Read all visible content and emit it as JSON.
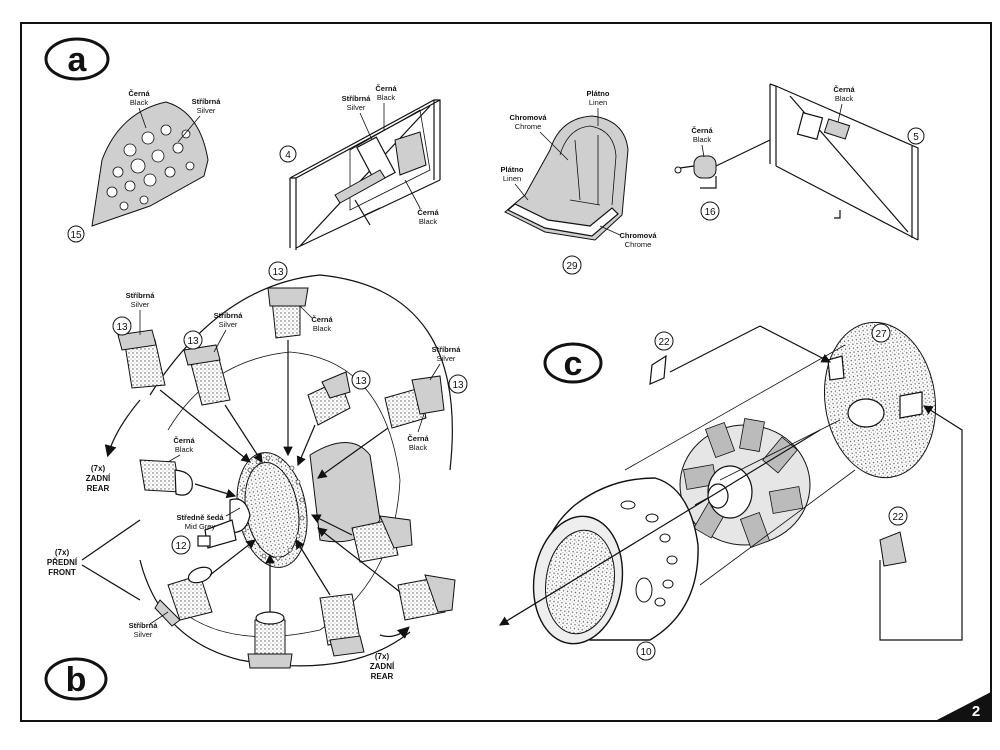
{
  "sections": {
    "a": "a",
    "b": "b",
    "c": "c"
  },
  "page_number": "2",
  "section_a": {
    "part15": {
      "num": "15",
      "color_cz": "Černá",
      "color_en": "Black",
      "color2_cz": "Stříbrná",
      "color2_en": "Silver"
    },
    "part4": {
      "num": "4",
      "silver_cz": "Stříbrná",
      "silver_en": "Silver",
      "black_cz": "Černá",
      "black_en": "Black",
      "black2_cz": "Černá",
      "black2_en": "Black"
    },
    "part29": {
      "num": "29",
      "linen_cz": "Plátno",
      "linen_en": "Linen",
      "chrome_cz": "Chromová",
      "chrome_en": "Chrome",
      "linen2_cz": "Plátno",
      "linen2_en": "Linen",
      "chrome2_cz": "Chromová",
      "chrome2_en": "Chrome"
    },
    "part16": {
      "num": "16",
      "black_cz": "Černá",
      "black_en": "Black"
    },
    "part5": {
      "num": "5",
      "black_cz": "Černá",
      "black_en": "Black"
    }
  },
  "section_b": {
    "cyl_num": "13",
    "part12": {
      "num": "12",
      "color_cz": "Středně šedá",
      "color_en": "Mid Grey"
    },
    "silver_cz": "Stříbrná",
    "silver_en": "Silver",
    "black_cz": "Černá",
    "black_en": "Black",
    "rear_qty": "(7x)",
    "rear_cz": "ZADNÍ",
    "rear_en": "REAR",
    "front_qty": "(7x)",
    "front_cz": "PŘEDNÍ",
    "front_en": "FRONT"
  },
  "section_c": {
    "part22": "22",
    "part27": "27",
    "part10": "10"
  }
}
